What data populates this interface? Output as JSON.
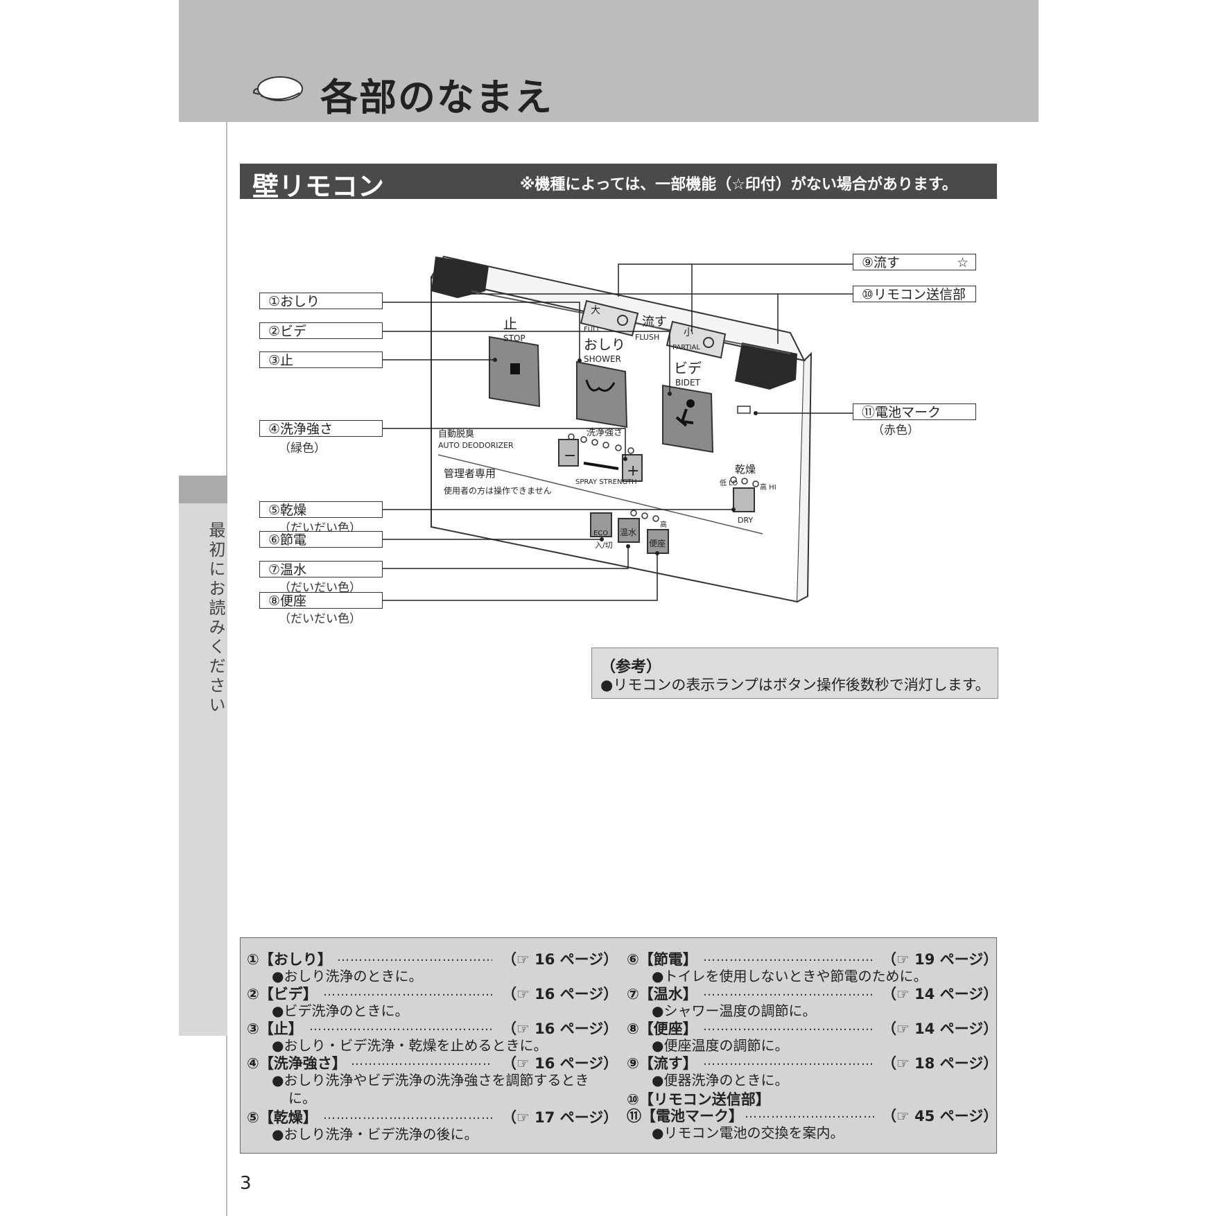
{
  "header": {
    "title": "各部のなまえ"
  },
  "side_tab": {
    "text": "最初にお読みください"
  },
  "section": {
    "title": "壁リモコン",
    "note": "※機種によっては、一部機能（☆印付）がない場合があります。"
  },
  "remote": {
    "stop_jp": "止",
    "stop_en": "STOP",
    "shower_jp": "おしり",
    "shower_en": "SHOWER",
    "bidet_jp": "ビデ",
    "bidet_en": "BIDET",
    "flush_jp": "流す",
    "flush_en": "FLUSH",
    "full_jp": "大",
    "full_en": "FULL",
    "partial_jp": "小",
    "partial_en": "PARTIAL",
    "auto_deodorizer_jp": "自動脱臭",
    "auto_deodorizer_en": "AUTO DEODORIZER",
    "spray_jp": "洗浄強さ",
    "spray_en": "SPRAY STRENGTH",
    "minus": "−",
    "plus": "+",
    "admin_jp": "管理者専用",
    "admin_note": "使用者の方は操作できません",
    "dry_jp": "乾燥",
    "dry_en": "DRY",
    "lo": "低 LO",
    "hi": "高 HI",
    "eco": "ECO",
    "eco_off": "入/切",
    "warm_water": "温水",
    "seat": "便座",
    "seat_hi": "高"
  },
  "labels": [
    {
      "num": "①",
      "text": "①おしり"
    },
    {
      "num": "②",
      "text": "②ビデ"
    },
    {
      "num": "③",
      "text": "③止"
    },
    {
      "num": "④",
      "text": "④洗浄強さ",
      "sub": "（緑色）"
    },
    {
      "num": "⑤",
      "text": "⑤乾燥",
      "sub": "（だいだい色）"
    },
    {
      "num": "⑥",
      "text": "⑥節電"
    },
    {
      "num": "⑦",
      "text": "⑦温水",
      "sub": "（だいだい色）"
    },
    {
      "num": "⑧",
      "text": "⑧便座",
      "sub": "（だいだい色）"
    },
    {
      "num": "⑨",
      "text": "⑨流す",
      "star": "☆"
    },
    {
      "num": "⑩",
      "text": "⑩リモコン送信部"
    },
    {
      "num": "⑪",
      "text": "⑪電池マーク",
      "sub": "（赤色）"
    }
  ],
  "reference": {
    "title": "（参考）",
    "text": "●リモコンの表示ランプはボタン操作後数秒で消灯します。"
  },
  "descriptions": [
    {
      "head": "①【おしり】",
      "page": "（☞ 16 ページ）",
      "text": "●おしり洗浄のときに。"
    },
    {
      "head": "②【ビデ】",
      "page": "（☞ 16 ページ）",
      "text": "●ビデ洗浄のときに。"
    },
    {
      "head": "③【止】",
      "page": "（☞ 16 ページ）",
      "text": "●おしり・ビデ洗浄・乾燥を止めるときに。"
    },
    {
      "head": "④【洗浄強さ】",
      "page": "（☞ 16 ページ）",
      "text": "●おしり洗浄やビデ洗浄の洗浄強さを調節するとき",
      "text2": "に。"
    },
    {
      "head": "⑤【乾燥】",
      "page": "（☞ 17 ページ）",
      "text": "●おしり洗浄・ビデ洗浄の後に。"
    },
    {
      "head": "⑥【節電】",
      "page": "（☞ 19 ページ）",
      "text": "●トイレを使用しないときや節電のために。"
    },
    {
      "head": "⑦【温水】",
      "page": "（☞ 14 ページ）",
      "text": "●シャワー温度の調節に。"
    },
    {
      "head": "⑧【便座】",
      "page": "（☞ 14 ページ）",
      "text": "●便座温度の調節に。"
    },
    {
      "head": "⑨【流す】",
      "page": "（☞ 18 ページ）",
      "text": "●便器洗浄のときに。"
    },
    {
      "head": "⑩【リモコン送信部】"
    },
    {
      "head": "⑪【電池マーク】",
      "page": "（☞ 45 ページ）",
      "text": "●リモコン電池の交換を案内。"
    }
  ],
  "dots": "……………………………………………………",
  "page_number": "3"
}
